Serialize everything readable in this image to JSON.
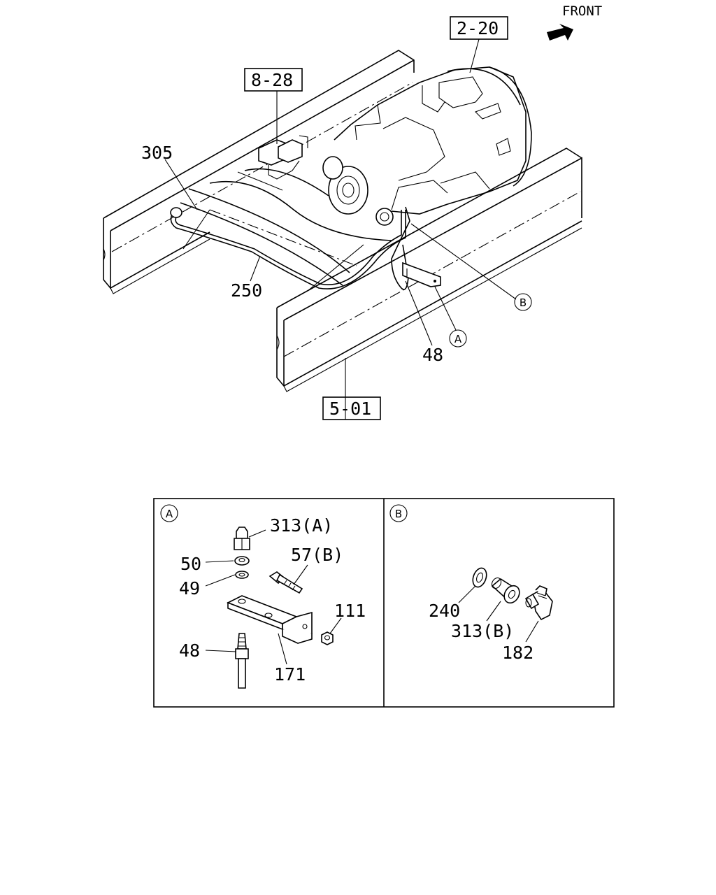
{
  "orientation": {
    "front_label": "FRONT"
  },
  "references": {
    "ref_2_20": "2-20",
    "ref_8_28": "8-28",
    "ref_5_01": "5-01"
  },
  "callouts": {
    "p305": "305",
    "p250": "250",
    "p48": "48",
    "detail_a": "A",
    "detail_b": "B"
  },
  "detail_a": {
    "marker": "A",
    "parts": {
      "p313a": "313(A)",
      "p50": "50",
      "p49": "49",
      "p57b": "57(B)",
      "p111": "111",
      "p48": "48",
      "p171": "171"
    }
  },
  "detail_b": {
    "marker": "B",
    "parts": {
      "p240": "240",
      "p313b": "313(B)",
      "p182": "182"
    }
  }
}
